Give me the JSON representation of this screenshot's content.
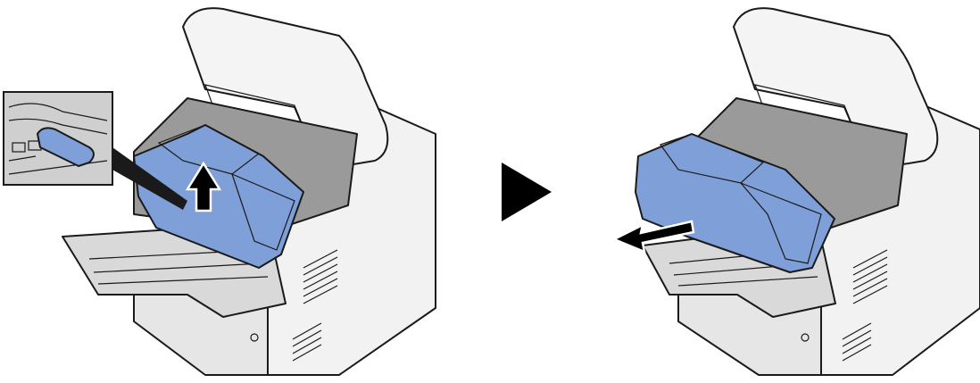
{
  "colors": {
    "cartridge": "#7f9fd8",
    "cartridge_dark": "#5b7fc4",
    "printer_body": "#f2f2f2",
    "printer_shadow": "#cfcfcf",
    "interior": "#8a8a8a",
    "outline": "#1a1a1a",
    "step_arrow": "#000000"
  },
  "icons": {
    "step_arrow": "triangle-right",
    "lift_arrow": "arrow-up",
    "pull_arrow": "arrow-left"
  }
}
